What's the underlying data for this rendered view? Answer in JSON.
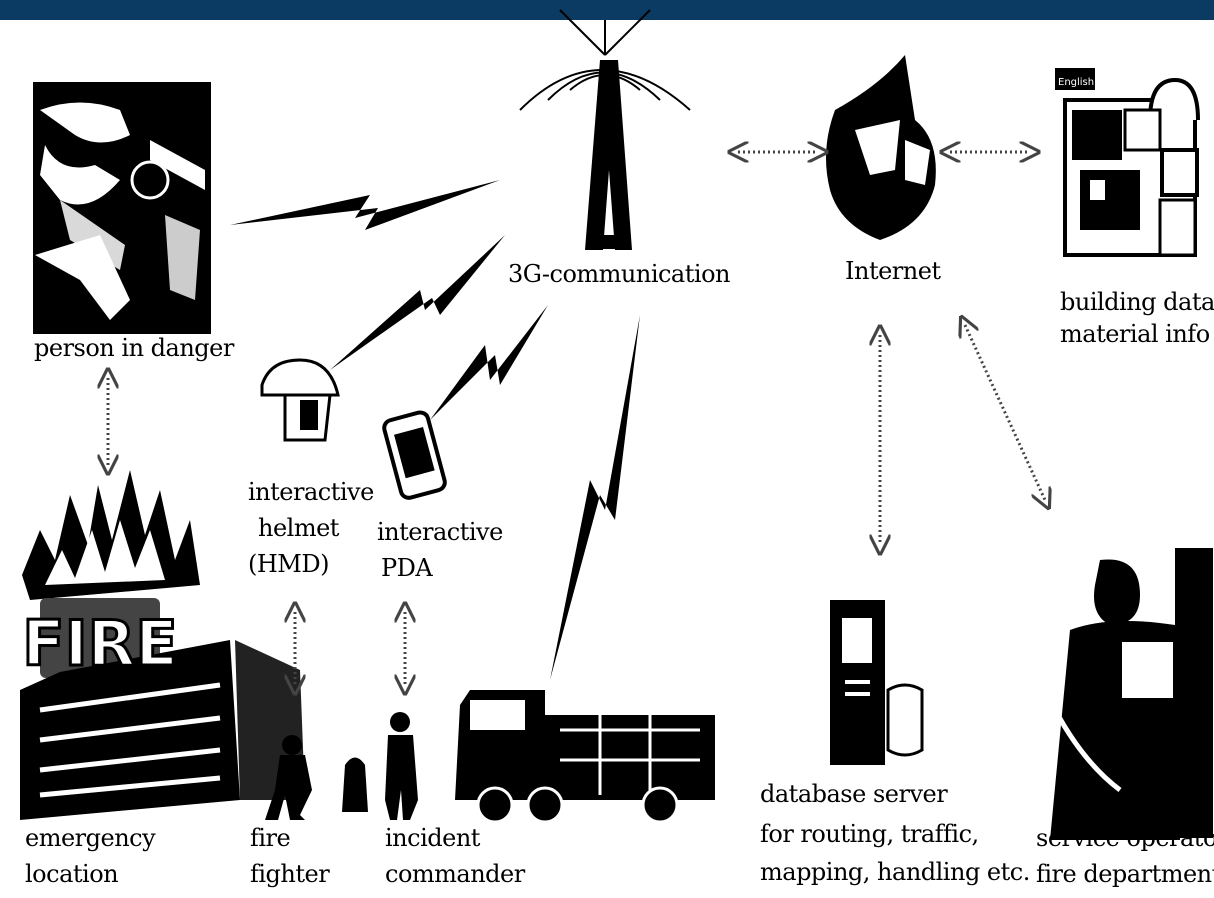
{
  "header_bar_color": "#0b3a63",
  "labels": {
    "person_in_danger": "person in danger",
    "communication": "3G-communication",
    "internet": "Internet",
    "building_data": "building data",
    "material_info": "material info",
    "helmet_line1": "interactive",
    "helmet_line2": "helmet",
    "helmet_line3": "(HMD)",
    "pda_line1": "interactive",
    "pda_line2": "PDA",
    "emergency_line1": "emergency",
    "emergency_line2": "location",
    "fighter_line1": "fire",
    "fighter_line2": "fighter",
    "commander_line1": "incident",
    "commander_line2": "commander",
    "db_line1": "database server",
    "db_line2": "for routing, traffic,",
    "db_line3": "mapping, handling etc.",
    "operator_line1": "service operator",
    "operator_line2": "fire department",
    "fire_sign": "FIRE",
    "building_plan_title": "English"
  }
}
